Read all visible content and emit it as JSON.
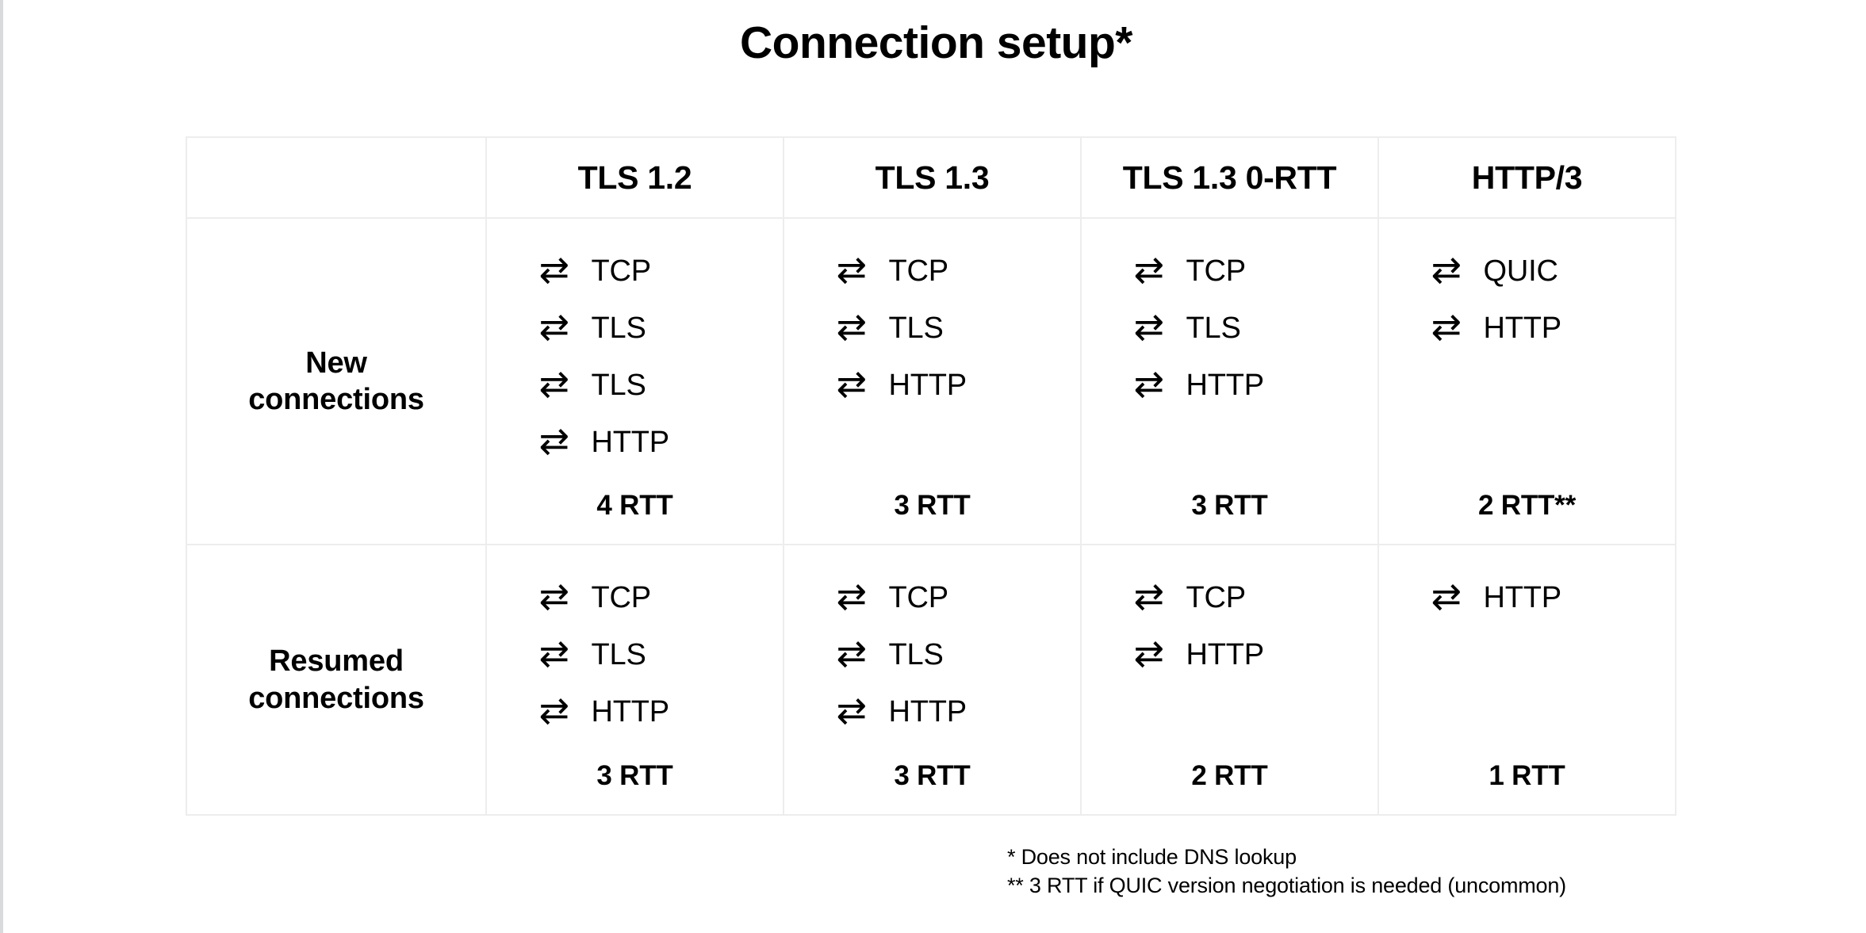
{
  "slide": {
    "title": "Connection setup*"
  },
  "table": {
    "corner_label": "",
    "columns": [
      "TLS 1.2",
      "TLS 1.3",
      "TLS 1.3 0-RTT",
      "HTTP/3"
    ],
    "arrow_icon": "⇄",
    "arrow_icon_name": "bidirectional-roundtrip-arrow-icon",
    "rows": [
      {
        "label": "New\nconnections",
        "label_line1": "New",
        "label_line2": "connections",
        "cells": [
          {
            "steps": [
              "TCP",
              "TLS",
              "TLS",
              "HTTP"
            ],
            "rtt": "4 RTT"
          },
          {
            "steps": [
              "TCP",
              "TLS",
              "HTTP"
            ],
            "rtt": "3 RTT"
          },
          {
            "steps": [
              "TCP",
              "TLS",
              "HTTP"
            ],
            "rtt": "3 RTT"
          },
          {
            "steps": [
              "QUIC",
              "HTTP"
            ],
            "rtt": "2 RTT**"
          }
        ]
      },
      {
        "label": "Resumed\nconnections",
        "label_line1": "Resumed",
        "label_line2": "connections",
        "cells": [
          {
            "steps": [
              "TCP",
              "TLS",
              "HTTP"
            ],
            "rtt": "3 RTT"
          },
          {
            "steps": [
              "TCP",
              "TLS",
              "HTTP"
            ],
            "rtt": "3 RTT"
          },
          {
            "steps": [
              "TCP",
              "HTTP"
            ],
            "rtt": "2 RTT"
          },
          {
            "steps": [
              "HTTP"
            ],
            "rtt": "1 RTT"
          }
        ]
      }
    ]
  },
  "footnotes": [
    "* Does not include DNS lookup",
    "** 3 RTT if QUIC version negotiation is needed (uncommon)"
  ],
  "colors": {
    "text": "#000000",
    "background": "#ffffff",
    "table_border": "#ededee",
    "page_border": "#d9dadb"
  }
}
